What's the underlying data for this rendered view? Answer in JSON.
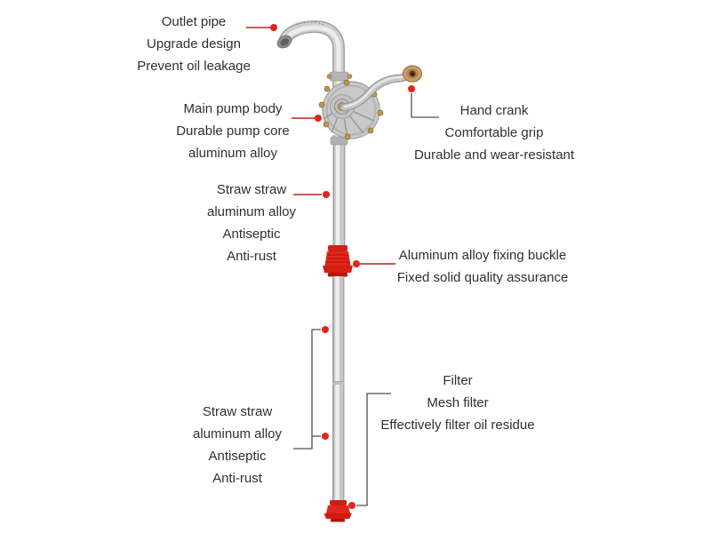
{
  "callouts": {
    "outlet_pipe": {
      "lines": [
        "Outlet pipe",
        "Upgrade design",
        "Prevent oil leakage"
      ]
    },
    "pump_body": {
      "lines": [
        "Main pump body",
        "Durable pump core",
        "aluminum alloy"
      ]
    },
    "hand_crank": {
      "lines": [
        "Hand crank",
        "Comfortable grip",
        "Durable and wear-resistant"
      ]
    },
    "straw_upper": {
      "lines": [
        "Straw straw",
        "aluminum alloy",
        "Antiseptic",
        "Anti-rust"
      ]
    },
    "fixing_buckle": {
      "lines": [
        "Aluminum alloy fixing buckle",
        "Fixed solid quality assurance"
      ]
    },
    "filter": {
      "lines": [
        "Filter",
        "Mesh filter",
        "Effectively filter oil residue"
      ]
    },
    "straw_lower": {
      "lines": [
        "Straw straw",
        "aluminum alloy",
        "Antiseptic",
        "Anti-rust"
      ]
    }
  },
  "colors": {
    "background": "#ffffff",
    "text": "#303030",
    "accent_red": "#e32119",
    "callout_line_red": "#b8251c",
    "callout_line_dark": "#4f4f4f",
    "metal_light": "#ededed",
    "metal_mid": "#c9c9c9",
    "metal_dark": "#9e9e9e",
    "brass": "#bf964e"
  }
}
